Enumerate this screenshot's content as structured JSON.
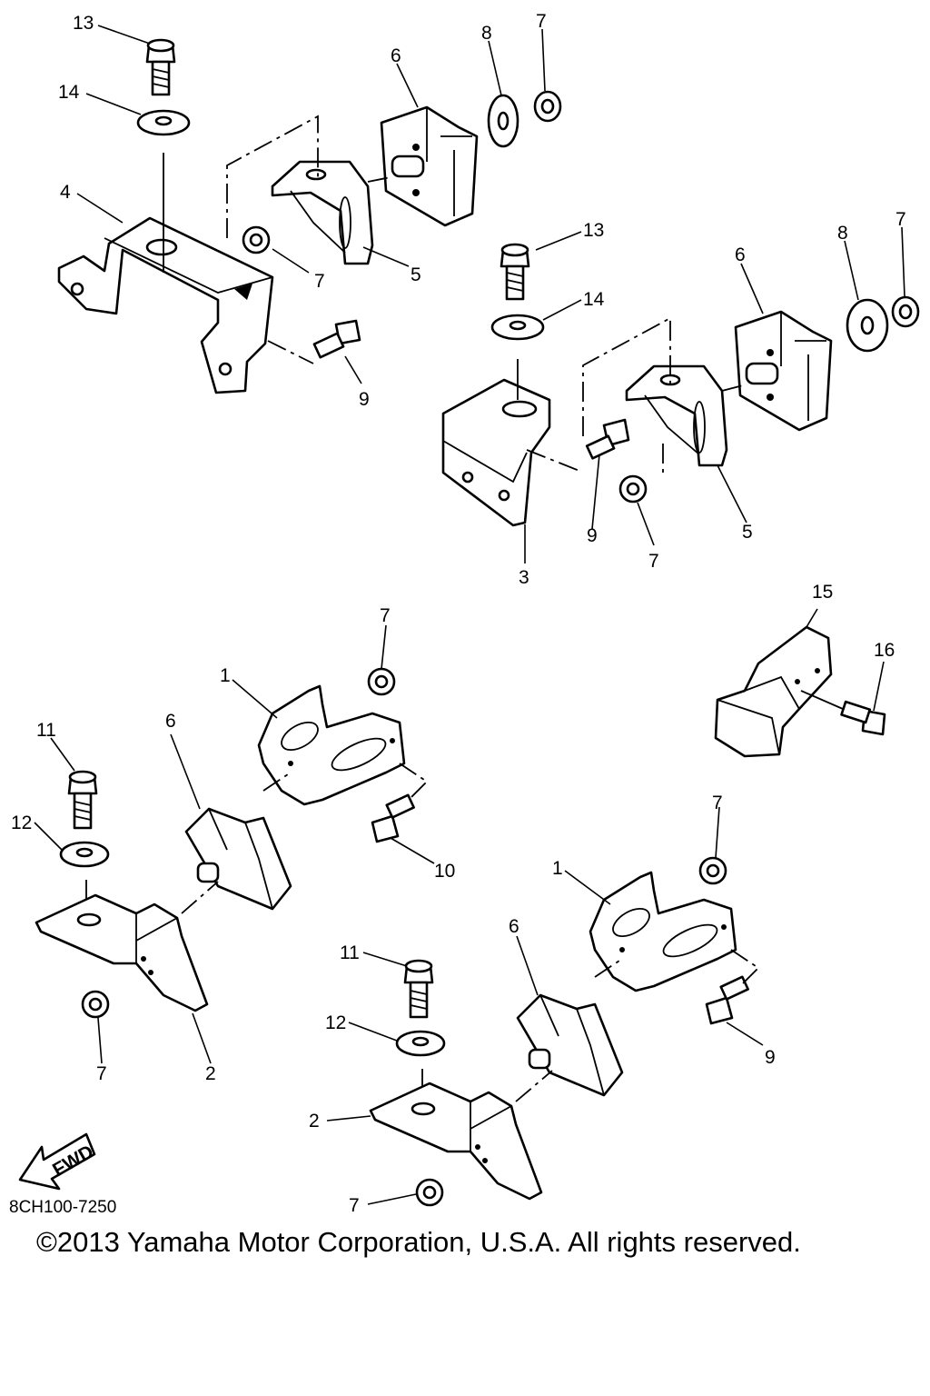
{
  "diagram": {
    "callouts": [
      {
        "num": "13"
      },
      {
        "num": "14"
      },
      {
        "num": "4"
      },
      {
        "num": "7"
      },
      {
        "num": "5"
      },
      {
        "num": "6"
      },
      {
        "num": "8"
      },
      {
        "num": "7"
      },
      {
        "num": "9"
      },
      {
        "num": "13"
      },
      {
        "num": "14"
      },
      {
        "num": "6"
      },
      {
        "num": "8"
      },
      {
        "num": "7"
      },
      {
        "num": "3"
      },
      {
        "num": "9"
      },
      {
        "num": "7"
      },
      {
        "num": "5"
      },
      {
        "num": "15"
      },
      {
        "num": "16"
      },
      {
        "num": "1"
      },
      {
        "num": "7"
      },
      {
        "num": "6"
      },
      {
        "num": "11"
      },
      {
        "num": "12"
      },
      {
        "num": "10"
      },
      {
        "num": "7"
      },
      {
        "num": "2"
      },
      {
        "num": "1"
      },
      {
        "num": "7"
      },
      {
        "num": "6"
      },
      {
        "num": "11"
      },
      {
        "num": "12"
      },
      {
        "num": "9"
      },
      {
        "num": "2"
      },
      {
        "num": "7"
      }
    ],
    "fwd_label": "FWD",
    "drawing_code": "8CH100-7250",
    "copyright": "©2013 Yamaha Motor Corporation, U.S.A. All rights reserved."
  }
}
